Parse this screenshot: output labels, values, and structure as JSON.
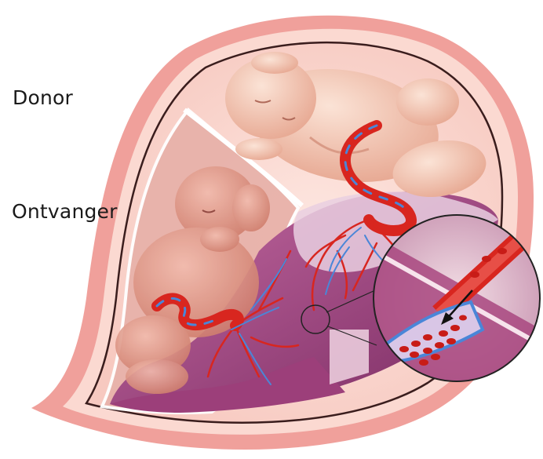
{
  "labels": {
    "donor": "Donor",
    "recipient": "Ontvanger"
  },
  "icons": {
    "illustration": "twin-to-twin-transfusion-illustration",
    "magnifier": "magnified-vessel-icon"
  },
  "colors": {
    "uterus_outer": "#f0a09b",
    "uterus_inner": "#fbd9d1",
    "amniotic_donor": "#f5dcd6",
    "amniotic_recipient": "#e8b2aa",
    "placenta": "#9c3f7a",
    "placenta_light": "#e9cfe0",
    "artery": "#d8261f",
    "vein": "#4a86d8",
    "skin": "#f3c9b6",
    "skin_shadow": "#d99a86"
  }
}
